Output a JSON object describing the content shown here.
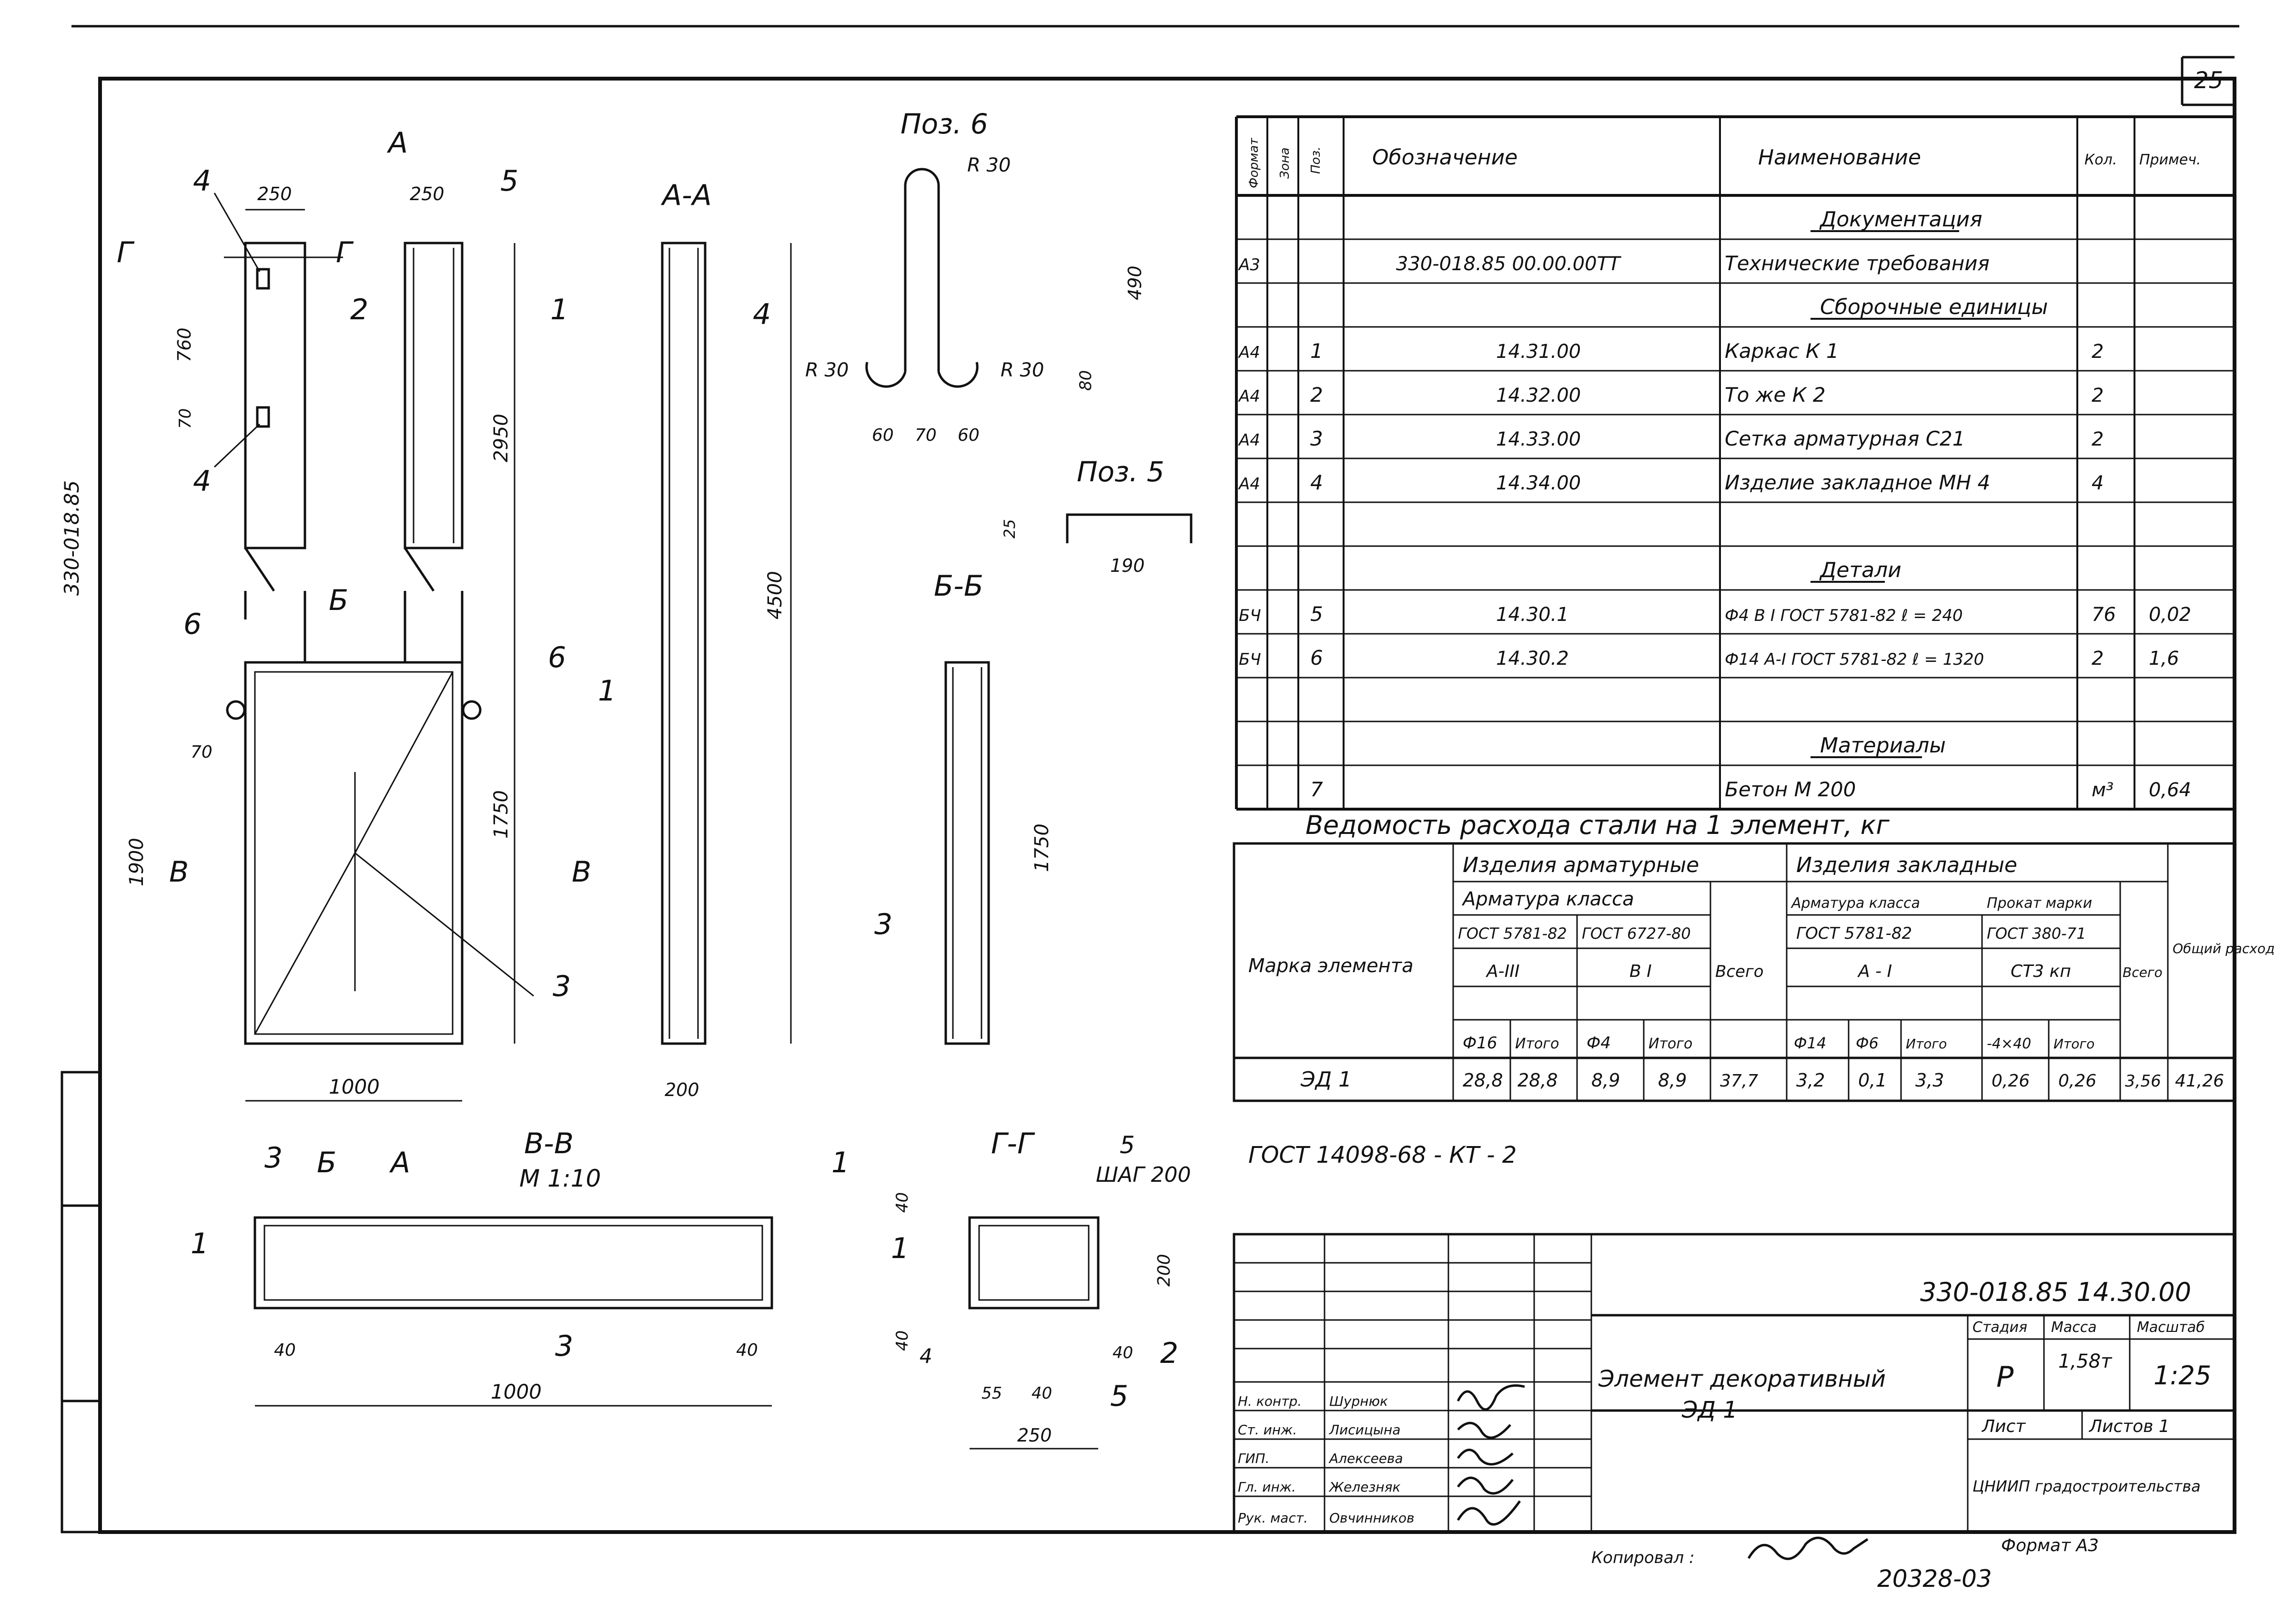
{
  "sheet": {
    "number": "25",
    "margin_code": "330-018.85",
    "copied_label": "Копировал :",
    "format_label": "Формат А3",
    "inventory_no": "20328-03"
  },
  "drawing": {
    "labels": {
      "section_aa": "А-А",
      "section_bb": "Б-Б",
      "section_vv": "В-В",
      "section_gg": "Г-Г",
      "scale_vv": "М 1:10",
      "poz6": "Поз. 6",
      "poz5": "Поз. 5",
      "step_label": "ШАГ 200",
      "gost_weld": "ГОСТ 14098-68 - КТ - 2",
      "cut_a": "А",
      "cut_b": "Б",
      "cut_v": "В",
      "cut_g": "Г"
    },
    "positions": [
      "1",
      "2",
      "3",
      "4",
      "5",
      "6"
    ],
    "dims": {
      "d250": "250",
      "d760": "760",
      "d70": "70",
      "d2950": "2950",
      "d4500": "4500",
      "d1900": "1900",
      "d1750": "1750",
      "d1000": "1000",
      "d200": "200",
      "d40": "40",
      "d55": "55",
      "d490": "490",
      "d80": "80",
      "d60": "60",
      "d190": "190",
      "d25": "25",
      "r30": "R 30"
    }
  },
  "spec": {
    "headers": [
      "Формат",
      "Зона",
      "Поз.",
      "Обозначение",
      "Наименование",
      "Кол.",
      "Примеч."
    ],
    "rows": [
      {
        "fmt": "",
        "zone": "",
        "pos": "",
        "code": "",
        "name": "Документация",
        "qty": "",
        "note": "",
        "section": true
      },
      {
        "fmt": "А3",
        "zone": "",
        "pos": "",
        "code": "330-018.85 00.00.00ТТ",
        "name": "Технические требования",
        "qty": "",
        "note": ""
      },
      {
        "fmt": "",
        "zone": "",
        "pos": "",
        "code": "",
        "name": "Сборочные единицы",
        "qty": "",
        "note": "",
        "section": true
      },
      {
        "fmt": "А4",
        "zone": "",
        "pos": "1",
        "code": "14.31.00",
        "name": "Каркас К 1",
        "qty": "2",
        "note": ""
      },
      {
        "fmt": "А4",
        "zone": "",
        "pos": "2",
        "code": "14.32.00",
        "name": "То же К 2",
        "qty": "2",
        "note": ""
      },
      {
        "fmt": "А4",
        "zone": "",
        "pos": "3",
        "code": "14.33.00",
        "name": "Сетка арматурная С21",
        "qty": "2",
        "note": ""
      },
      {
        "fmt": "А4",
        "zone": "",
        "pos": "4",
        "code": "14.34.00",
        "name": "Изделие закладное МН 4",
        "qty": "4",
        "note": ""
      },
      {
        "fmt": "",
        "zone": "",
        "pos": "",
        "code": "",
        "name": "",
        "qty": "",
        "note": ""
      },
      {
        "fmt": "",
        "zone": "",
        "pos": "",
        "code": "",
        "name": "Детали",
        "qty": "",
        "note": "",
        "section": true
      },
      {
        "fmt": "БЧ",
        "zone": "",
        "pos": "5",
        "code": "14.30.1",
        "name": "Ф4 В I ГОСТ 5781-82 ℓ = 240",
        "qty": "76",
        "note": "0,02"
      },
      {
        "fmt": "БЧ",
        "zone": "",
        "pos": "6",
        "code": "14.30.2",
        "name": "Ф14 А-I ГОСТ 5781-82 ℓ = 1320",
        "qty": "2",
        "note": "1,6"
      },
      {
        "fmt": "",
        "zone": "",
        "pos": "",
        "code": "",
        "name": "",
        "qty": "",
        "note": ""
      },
      {
        "fmt": "",
        "zone": "",
        "pos": "",
        "code": "",
        "name": "Материалы",
        "qty": "",
        "note": "",
        "section": true
      },
      {
        "fmt": "",
        "zone": "",
        "pos": "7",
        "code": "",
        "name": "Бетон М 200",
        "qty": "м³",
        "note": "0,64"
      }
    ]
  },
  "steel": {
    "title": "Ведомость расхода стали на 1 элемент, кг",
    "mark_header": "Марка элемента",
    "arm_products": "Изделия арматурные",
    "embedded_products": "Изделия закладные",
    "arm_class": "Арматура класса",
    "arm_class2": "Арматура класса",
    "rolled": "Прокат марки",
    "total": "Всего",
    "overall": "Общий расход",
    "gost1": "ГОСТ 5781-82",
    "gost2": "ГОСТ 6727-80",
    "gost3": "ГОСТ 5781-82",
    "gost4": "ГОСТ 380-71",
    "cls_aiii": "А-III",
    "cls_bi": "В I",
    "cls_ai": "А - I",
    "cls_st3": "СТ3 кп",
    "d16": "Ф16",
    "itogo": "Итого",
    "d4": "Ф4",
    "d14": "Ф14",
    "d6": "Ф6",
    "strip": "-4×40",
    "row": {
      "mark": "ЭД 1",
      "f16": "28,8",
      "it1": "28,8",
      "f4": "8,9",
      "it2": "8,9",
      "total1": "37,7",
      "f14": "3,2",
      "f6": "0,1",
      "it3": "3,3",
      "strip": "0,26",
      "it4": "0,26",
      "total2": "3,56",
      "overall": "41,26"
    }
  },
  "title_block": {
    "designation": "330-018.85 14.30.00",
    "element_name": "Элемент декоративный",
    "element_mark": "ЭД 1",
    "stage_h": "Стадия",
    "mass_h": "Масса",
    "scale_h": "Масштаб",
    "stage": "Р",
    "mass": "1,58т",
    "scale": "1:25",
    "sheet_h": "Лист",
    "sheets_h": "Листов 1",
    "org": "ЦНИИП градостроительства",
    "signers": [
      {
        "role": "Н. контр.",
        "name": "Шурнюк"
      },
      {
        "role": "Ст. инж.",
        "name": "Лисицына"
      },
      {
        "role": "ГИП.",
        "name": "Алексеева"
      },
      {
        "role": "Гл. инж.",
        "name": "Железняк"
      },
      {
        "role": "Рук. маст.",
        "name": "Овчинников"
      }
    ]
  }
}
